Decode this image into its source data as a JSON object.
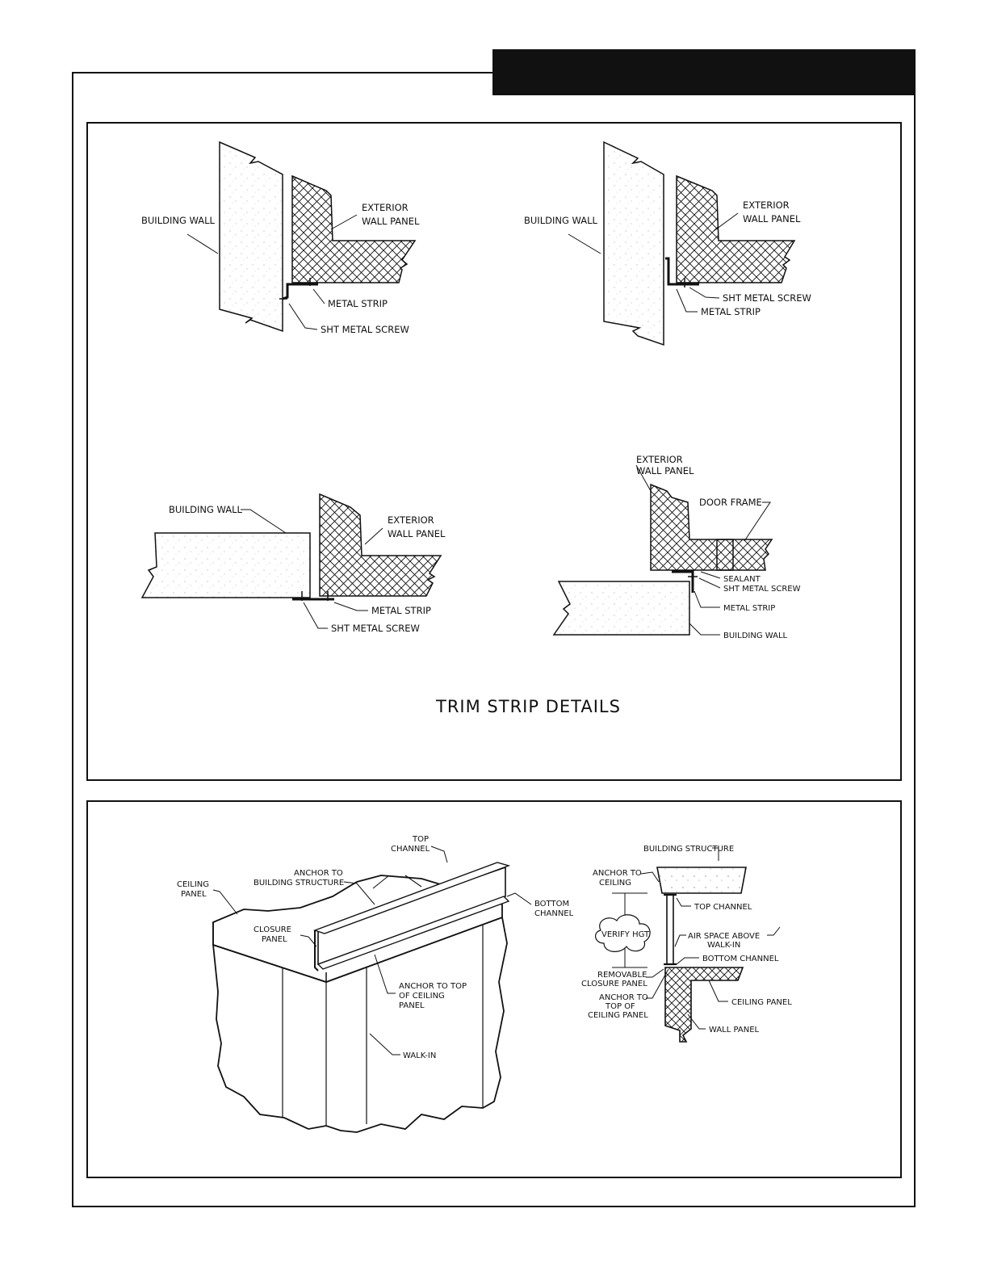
{
  "trim": {
    "title": "TRIM STRIP DETAILS",
    "d1": {
      "building_wall": "BUILDING WALL",
      "ext1": "EXTERIOR",
      "ext2": "WALL PANEL",
      "metal_strip": "METAL STRIP",
      "screw": "SHT METAL SCREW"
    },
    "d2": {
      "building_wall": "BUILDING WALL",
      "ext1": "EXTERIOR",
      "ext2": "WALL PANEL",
      "screw": "SHT METAL SCREW",
      "metal_strip": "METAL STRIP"
    },
    "d3": {
      "building_wall": "BUILDING WALL",
      "ext1": "EXTERIOR",
      "ext2": "WALL PANEL",
      "metal_strip": "METAL STRIP",
      "screw": "SHT METAL SCREW"
    },
    "d4": {
      "ext1": "EXTERIOR",
      "ext2": "WALL PANEL",
      "door_frame": "DOOR FRAME",
      "sealant": "SEALANT",
      "screw": "SHT METAL SCREW",
      "metal_strip": "METAL STRIP",
      "building_wall": "BUILDING WALL"
    }
  },
  "closure": {
    "iso": {
      "top_channel_1": "TOP",
      "top_channel_2": "CHANNEL",
      "anchor_bs_1": "ANCHOR TO",
      "anchor_bs_2": "BUILDING STRUCTURE",
      "ceiling_1": "CEILING",
      "ceiling_2": "PANEL",
      "bottom_1": "BOTTOM",
      "bottom_2": "CHANNEL",
      "closure_1": "CLOSURE",
      "closure_2": "PANEL",
      "anchor_top_1": "ANCHOR TO TOP",
      "anchor_top_2": "OF CEILING",
      "anchor_top_3": "PANEL",
      "walk_in": "WALK-IN"
    },
    "section": {
      "building_structure": "BUILDING STRUCTURE",
      "anchor_ceiling_1": "ANCHOR TO",
      "anchor_ceiling_2": "CEILING",
      "top_channel": "TOP CHANNEL",
      "verify": "VERIFY HGT.",
      "air_space_1": "AIR SPACE ABOVE",
      "air_space_2": "WALK-IN",
      "bottom_channel": "BOTTOM CHANNEL",
      "removable_1": "REMOVABLE",
      "removable_2": "CLOSURE PANEL",
      "anchor_top_1": "ANCHOR TO",
      "anchor_top_2": "TOP OF",
      "anchor_top_3": "CEILING PANEL",
      "ceiling_panel": "CEILING PANEL",
      "wall_panel": "WALL PANEL"
    }
  }
}
